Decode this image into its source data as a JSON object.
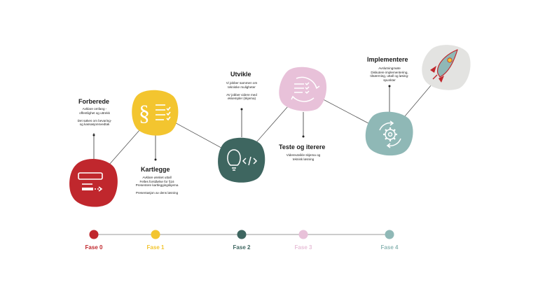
{
  "colors": {
    "red": "#c0272d",
    "yellow": "#f3c52f",
    "darkteal": "#3e6660",
    "pink": "#e8c1d9",
    "teal": "#8fb8b6",
    "grey": "#e3e3e1",
    "line": "#555555"
  },
  "steps": [
    {
      "title": "Forberede",
      "desc": [
        "Avklare omfang -",
        "offentlighet og uttrekk",
        "",
        "Det søkes om bevaring-",
        "og kassasjonsvedtak"
      ],
      "icon": "form-icon"
    },
    {
      "title": "Kartlegge",
      "desc": [
        "Avklare ønsket uttall",
        "Felles forståelse for §16",
        "Presentere kartleggingskjema",
        "",
        "Presentasjon av dens løsning"
      ],
      "icon": "paragraph-checklist-icon"
    },
    {
      "title": "Utvikle",
      "desc": [
        "Vi jobber sammen om",
        "tekniske muligheter",
        "",
        "AV jobber videre med",
        "eksempler (skjema)"
      ],
      "icon": "lightbulb-code-icon"
    },
    {
      "title": "Teste og iterere",
      "desc": [
        "Videreutvikle skjema og",
        "teknisk løsning"
      ],
      "icon": "checklist-cycle-icon"
    },
    {
      "title": "Implementere",
      "desc": [
        "Avslutningmøte",
        "Diskutere implementering,",
        "tilnærming, uttall og løsing-",
        "spunkter"
      ],
      "icon": "gear-cycle-icon"
    },
    {
      "icon": "rocket-icon"
    }
  ],
  "phases": [
    {
      "label": "Fase 0",
      "color": "#c0272d"
    },
    {
      "label": "Fase 1",
      "color": "#f3c52f"
    },
    {
      "label": "Fase 2",
      "color": "#3e6660"
    },
    {
      "label": "Fase 3",
      "color": "#e8c1d9"
    },
    {
      "label": "Fase 4",
      "color": "#8fb8b6"
    }
  ]
}
